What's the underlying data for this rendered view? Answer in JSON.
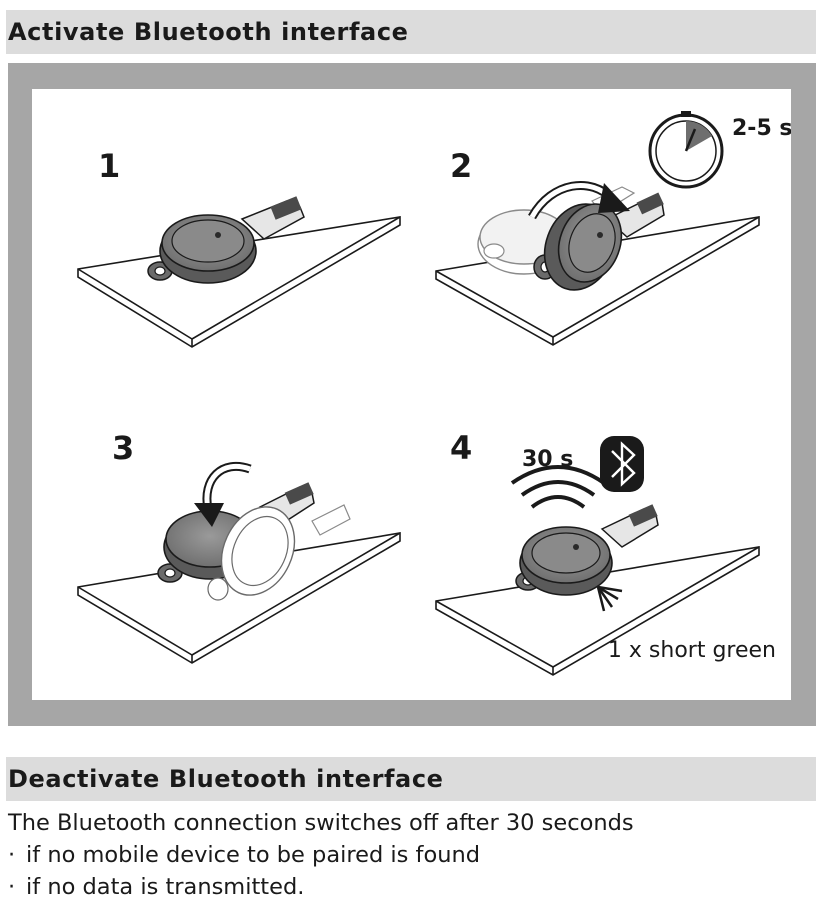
{
  "section1": {
    "title": "Activate Bluetooth interface"
  },
  "steps": [
    {
      "number": "1"
    },
    {
      "number": "2",
      "duration": "2-5 s",
      "icon": "stopwatch-icon"
    },
    {
      "number": "3"
    },
    {
      "number": "4",
      "duration": "30 s",
      "icon": "bluetooth-icon",
      "status": "1 x short green"
    }
  ],
  "section2": {
    "title": "Deactivate Bluetooth interface",
    "intro": "The Bluetooth connection switches off after 30 seconds",
    "bullets": [
      "if no mobile device to be paired is found",
      "if no data is transmitted."
    ],
    "bullet_symbol": "·"
  }
}
